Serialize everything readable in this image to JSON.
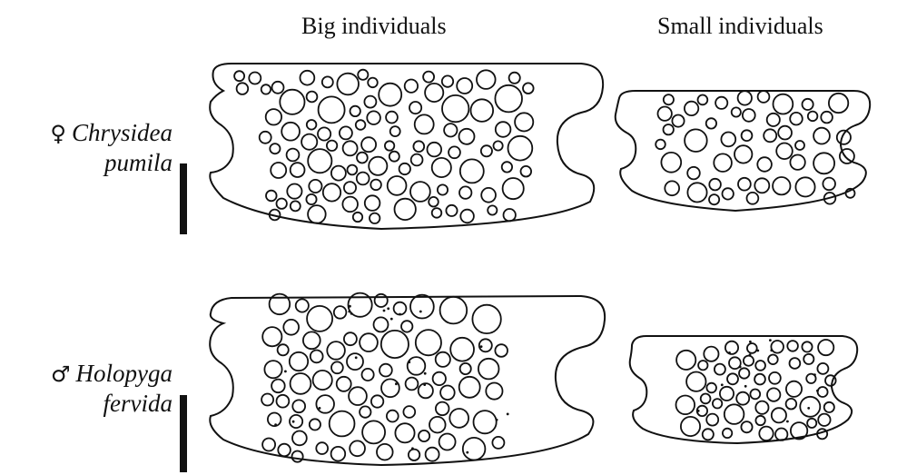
{
  "headings": {
    "big": "Big individuals",
    "small": "Small individuals"
  },
  "species": [
    {
      "sex_symbol": "♀",
      "line1": "Chrysidea",
      "line2": "pumila"
    },
    {
      "sex_symbol": "♂",
      "line1": "Holopyga",
      "line2": "fervida"
    }
  ],
  "colors": {
    "ink": "#111111",
    "background": "#ffffff"
  }
}
